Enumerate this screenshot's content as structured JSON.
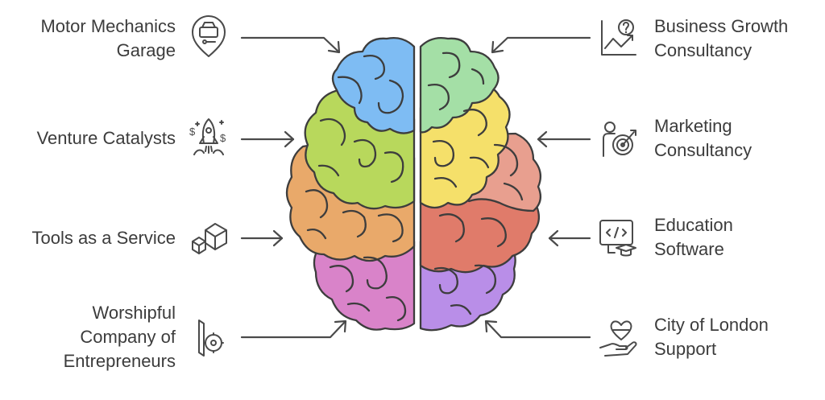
{
  "left_items": [
    {
      "lines": [
        "Motor Mechanics",
        "Garage"
      ],
      "icon": "car-location-pin-icon"
    },
    {
      "lines": [
        "Venture Catalysts"
      ],
      "icon": "rocket-money-icon"
    },
    {
      "lines": [
        "Tools as a Service"
      ],
      "icon": "boxes-icon"
    },
    {
      "lines": [
        "Worshipful",
        "Company of",
        "Entrepreneurs"
      ],
      "icon": "pen-gear-icon"
    }
  ],
  "right_items": [
    {
      "lines": [
        "Business Growth",
        "Consultancy"
      ],
      "icon": "growth-chart-question-icon"
    },
    {
      "lines": [
        "Marketing",
        "Consultancy"
      ],
      "icon": "person-target-icon"
    },
    {
      "lines": [
        "Education",
        "Software"
      ],
      "icon": "code-graduation-icon"
    },
    {
      "lines": [
        "City of London",
        "Support"
      ],
      "icon": "hand-heart-icon"
    }
  ],
  "colors": {
    "blue": "#7ebcf3",
    "green_light": "#a4dfa6",
    "lime": "#b8d85c",
    "yellow": "#f5e06a",
    "orange": "#e9a96a",
    "salmon": "#e89f8f",
    "red": "#e07b6a",
    "pink": "#d983c9",
    "purple": "#b98ee8"
  }
}
